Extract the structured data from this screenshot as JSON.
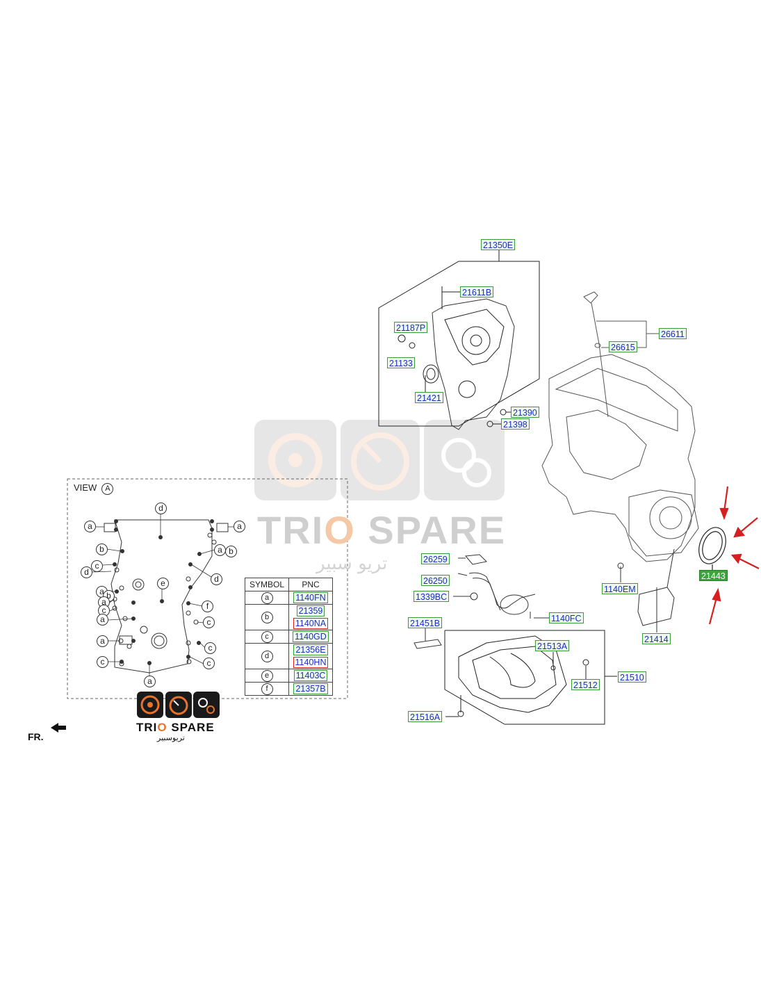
{
  "diagram": {
    "view_label": "VIEW",
    "view_symbol": "A",
    "fr_label": "FR.",
    "parts": {
      "p21350E": "21350E",
      "p21611B": "21611B",
      "p21187P": "21187P",
      "p21133": "21133",
      "p21421": "21421",
      "p21390": "21390",
      "p21398": "21398",
      "p26611": "26611",
      "p26615": "26615",
      "p26259": "26259",
      "p26250": "26250",
      "p1339BC": "1339BC",
      "p1140FC": "1140FC",
      "p1140EM": "1140EM",
      "p21443": "21443",
      "p21414": "21414",
      "p21451B": "21451B",
      "p21513A": "21513A",
      "p21512": "21512",
      "p21510": "21510",
      "p21516A": "21516A"
    },
    "highlighted_part": "21443",
    "highlight_color": "#39a63c",
    "arrow_color": "#d61f1f",
    "view_symbols": [
      "a",
      "b",
      "c",
      "d",
      "e",
      "f"
    ]
  },
  "pnc_table": {
    "headers": {
      "symbol": "SYMBOL",
      "pnc": "PNC"
    },
    "rows": [
      {
        "symbol": "a",
        "pnc": [
          "1140FN"
        ]
      },
      {
        "symbol": "b",
        "pnc": [
          "21359",
          "1140NA"
        ]
      },
      {
        "symbol": "c",
        "pnc": [
          "1140GD"
        ]
      },
      {
        "symbol": "d",
        "pnc": [
          "21356E",
          "1140HN"
        ]
      },
      {
        "symbol": "e",
        "pnc": [
          "11403C"
        ]
      },
      {
        "symbol": "f",
        "pnc": [
          "21357B"
        ]
      }
    ]
  },
  "watermark": {
    "brand_part1": "TRI",
    "brand_part2": "O",
    "brand_part3": " SPARE",
    "brand_arabic": "تريو سبير"
  },
  "logo": {
    "brand_part1": "TRI",
    "brand_part2": "O",
    "brand_part3": " SPARE",
    "brand_arabic": "تريوسبير",
    "accent_color": "#e8742c"
  }
}
